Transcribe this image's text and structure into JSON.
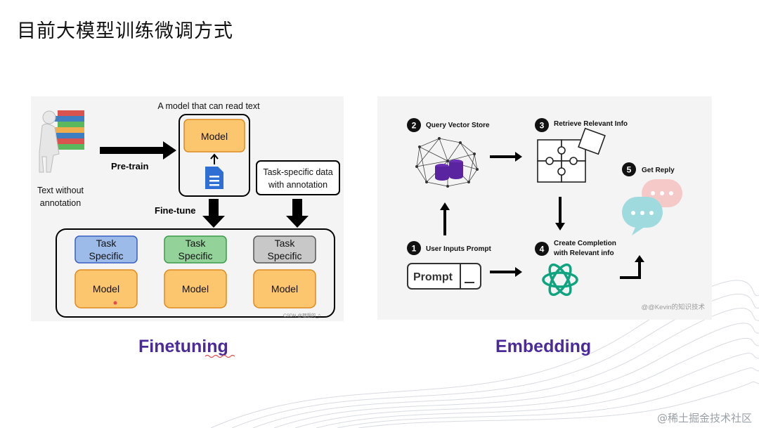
{
  "slide": {
    "title": "目前大模型训练微调方式",
    "watermark": "@稀土掘金技术社区"
  },
  "finetuning": {
    "caption": "Finetuning",
    "model_caption": "A model that can read text",
    "pretrain_label": "Pre-train",
    "finetune_label": "Fine-tune",
    "text_without_annotation": [
      "Text without",
      "annotation"
    ],
    "task_specific_data": [
      "Task-specific data",
      "with annotation"
    ],
    "model_label": "Model",
    "task_label": [
      "Task",
      "Specific"
    ],
    "task_colors": [
      "#9dbbe8",
      "#93d39a",
      "#c8c8c8"
    ],
    "task_border_colors": [
      "#3a5fc4",
      "#3b9b4a",
      "#555555"
    ],
    "source_mark": "CSDN @理想的_^"
  },
  "embedding": {
    "caption": "Embedding",
    "steps": [
      {
        "num": "1",
        "label": "User Inputs Prompt"
      },
      {
        "num": "2",
        "label": "Query Vector Store"
      },
      {
        "num": "3",
        "label": "Retrieve Relevant Info"
      },
      {
        "num": "4",
        "label": [
          "Create Completion",
          "with Relevant info"
        ]
      },
      {
        "num": "5",
        "label": "Get Reply"
      }
    ],
    "prompt_box": "Prompt",
    "source_mark": "@@Kevin的知识技术"
  }
}
